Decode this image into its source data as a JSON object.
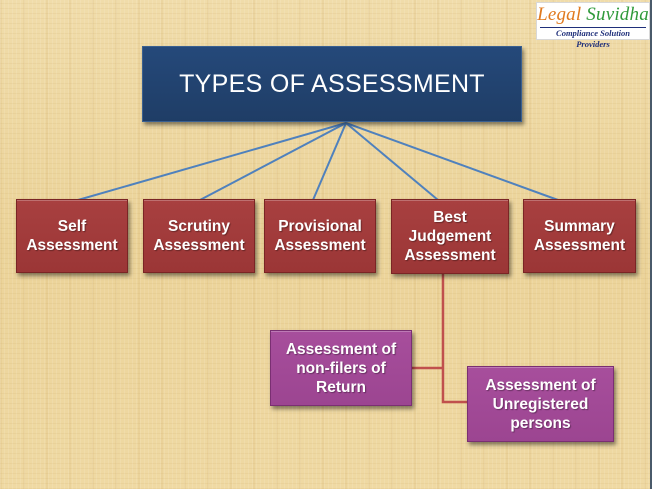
{
  "logo": {
    "brand_part1": "Legal",
    "brand_part2": "Suvidha",
    "tagline": "Compliance Solution Providers"
  },
  "diagram": {
    "root": {
      "label": "TYPES OF ASSESSMENT",
      "color": "#1f3d66"
    },
    "children": [
      {
        "label_lines": [
          "Self",
          "Assessment"
        ],
        "color": "#9b3636"
      },
      {
        "label_lines": [
          "Scrutiny",
          "Assessment"
        ],
        "color": "#9b3636"
      },
      {
        "label_lines": [
          "Provisional",
          "Assessment"
        ],
        "color": "#9b3636"
      },
      {
        "label_lines": [
          "Best",
          "Judgement",
          "Assessment"
        ],
        "color": "#9b3636"
      },
      {
        "label_lines": [
          "Summary",
          "Assessment"
        ],
        "color": "#9b3636"
      }
    ],
    "sub_children_of": "Best Judgement Assessment",
    "sub_children": [
      {
        "label_lines": [
          "Assessment of",
          "non-filers of",
          "Return"
        ],
        "color": "#9c4591"
      },
      {
        "label_lines": [
          "Assessment of",
          "Unregistered",
          "persons"
        ],
        "color": "#9c4591"
      }
    ],
    "connector_colors": {
      "root_to_children": "#4f81bd",
      "judgement_to_sub": "#c0504d"
    }
  }
}
